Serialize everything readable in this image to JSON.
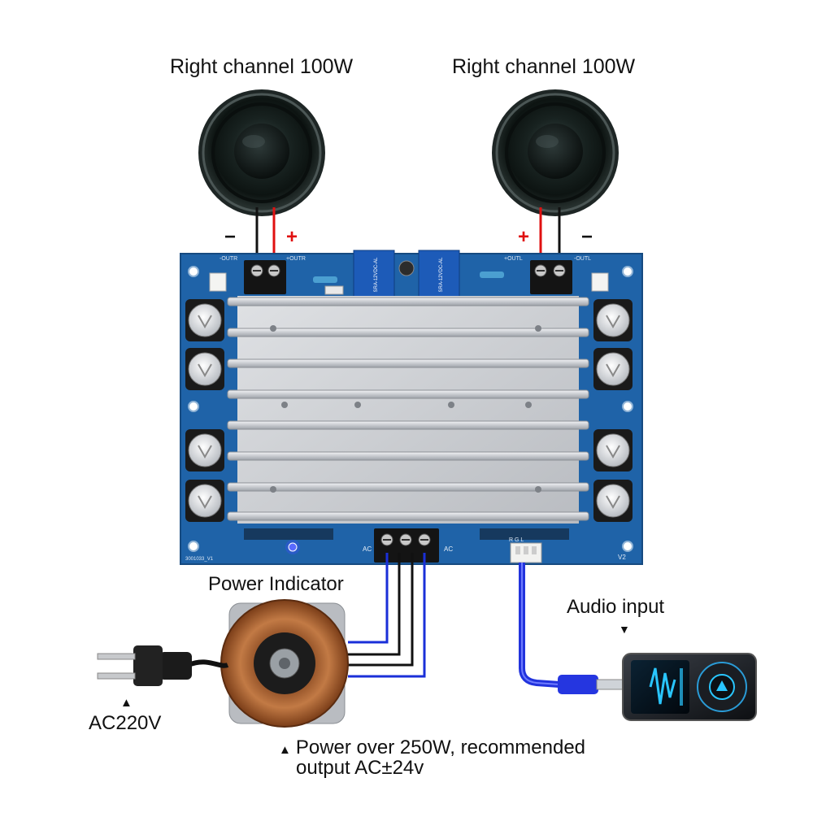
{
  "labels": {
    "left_speaker": "Right channel 100W",
    "right_speaker": "Right channel 100W",
    "power_indicator": "Power Indicator",
    "audio_input": "Audio input",
    "ac_input": "AC220V",
    "transformer_note_line1": "Power over 250W, recommended",
    "transformer_note_line2": "output AC±24v"
  },
  "markers": {
    "triangle": "▲",
    "triangle_down": "▼",
    "minus": "−",
    "plus": "+"
  },
  "board": {
    "silk_outr_minus": "-OUTR",
    "silk_outr_plus": "+OUTR",
    "silk_outl_plus": "+OUTL",
    "silk_outl_minus": "-OUTL",
    "silk_ac_left": "AC",
    "silk_ac_right": "AC",
    "silk_version": "V2",
    "silk_id": "3001033_V1",
    "silk_input": "R G L",
    "relay_text": "SRA-12VDC-AL"
  },
  "colors": {
    "board": "#1f63a8",
    "heatsink": "#c9ccd1",
    "wire_red": "#e01010",
    "wire_black": "#111111",
    "wire_blue": "#1a2fd8",
    "led": "#3b4cff"
  }
}
